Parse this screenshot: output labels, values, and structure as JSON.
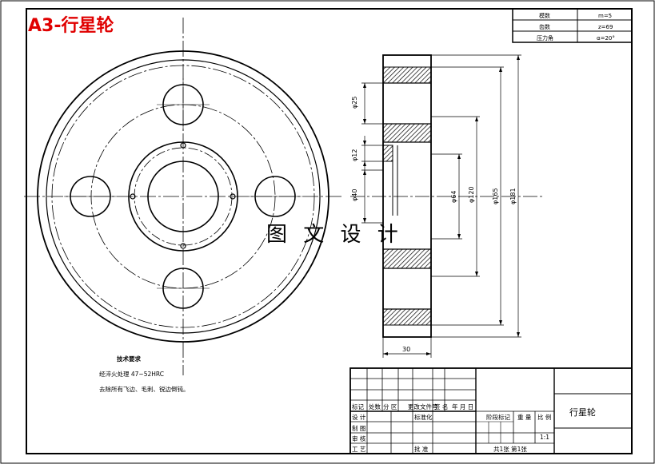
{
  "sheet": {
    "title": "A3-行星轮",
    "watermark": "图 文 设 计"
  },
  "parameters": [
    {
      "label": "模数",
      "value": "m=5"
    },
    {
      "label": "齿数",
      "value": "z=69"
    },
    {
      "label": "压力角",
      "value": "α=20°"
    }
  ],
  "dimensions": {
    "d25": "φ25",
    "d12": "φ12",
    "d40": "φ40",
    "d64": "φ64",
    "d120": "φ120",
    "d165": "φ165",
    "d181": "φ181",
    "width": "30"
  },
  "tech_requirements": {
    "heading": "技术要求",
    "line1": "经淬火处理 47~52HRC",
    "line2": "去除所有飞边、毛刺、锐边倒钝。"
  },
  "title_block": {
    "row_mark": "标记",
    "row_count": "处数",
    "row_zone": "分 区",
    "row_doc": "更改文件号",
    "row_sign": "签 名",
    "row_date": "年 月 日",
    "designer": "设 计",
    "standard": "标准化",
    "drafter": "制 图",
    "reviewer": "审 核",
    "process": "工 艺",
    "approve": "批 准",
    "stage_mark": "阶段标记",
    "weight": "重 量",
    "scale_label": "比 例",
    "scale_value": "1:1",
    "sheets": "共1张 第1张",
    "part_name": "行星轮"
  },
  "colors": {
    "line": "#000000",
    "title": "#e00000",
    "hatch": "#000000"
  }
}
